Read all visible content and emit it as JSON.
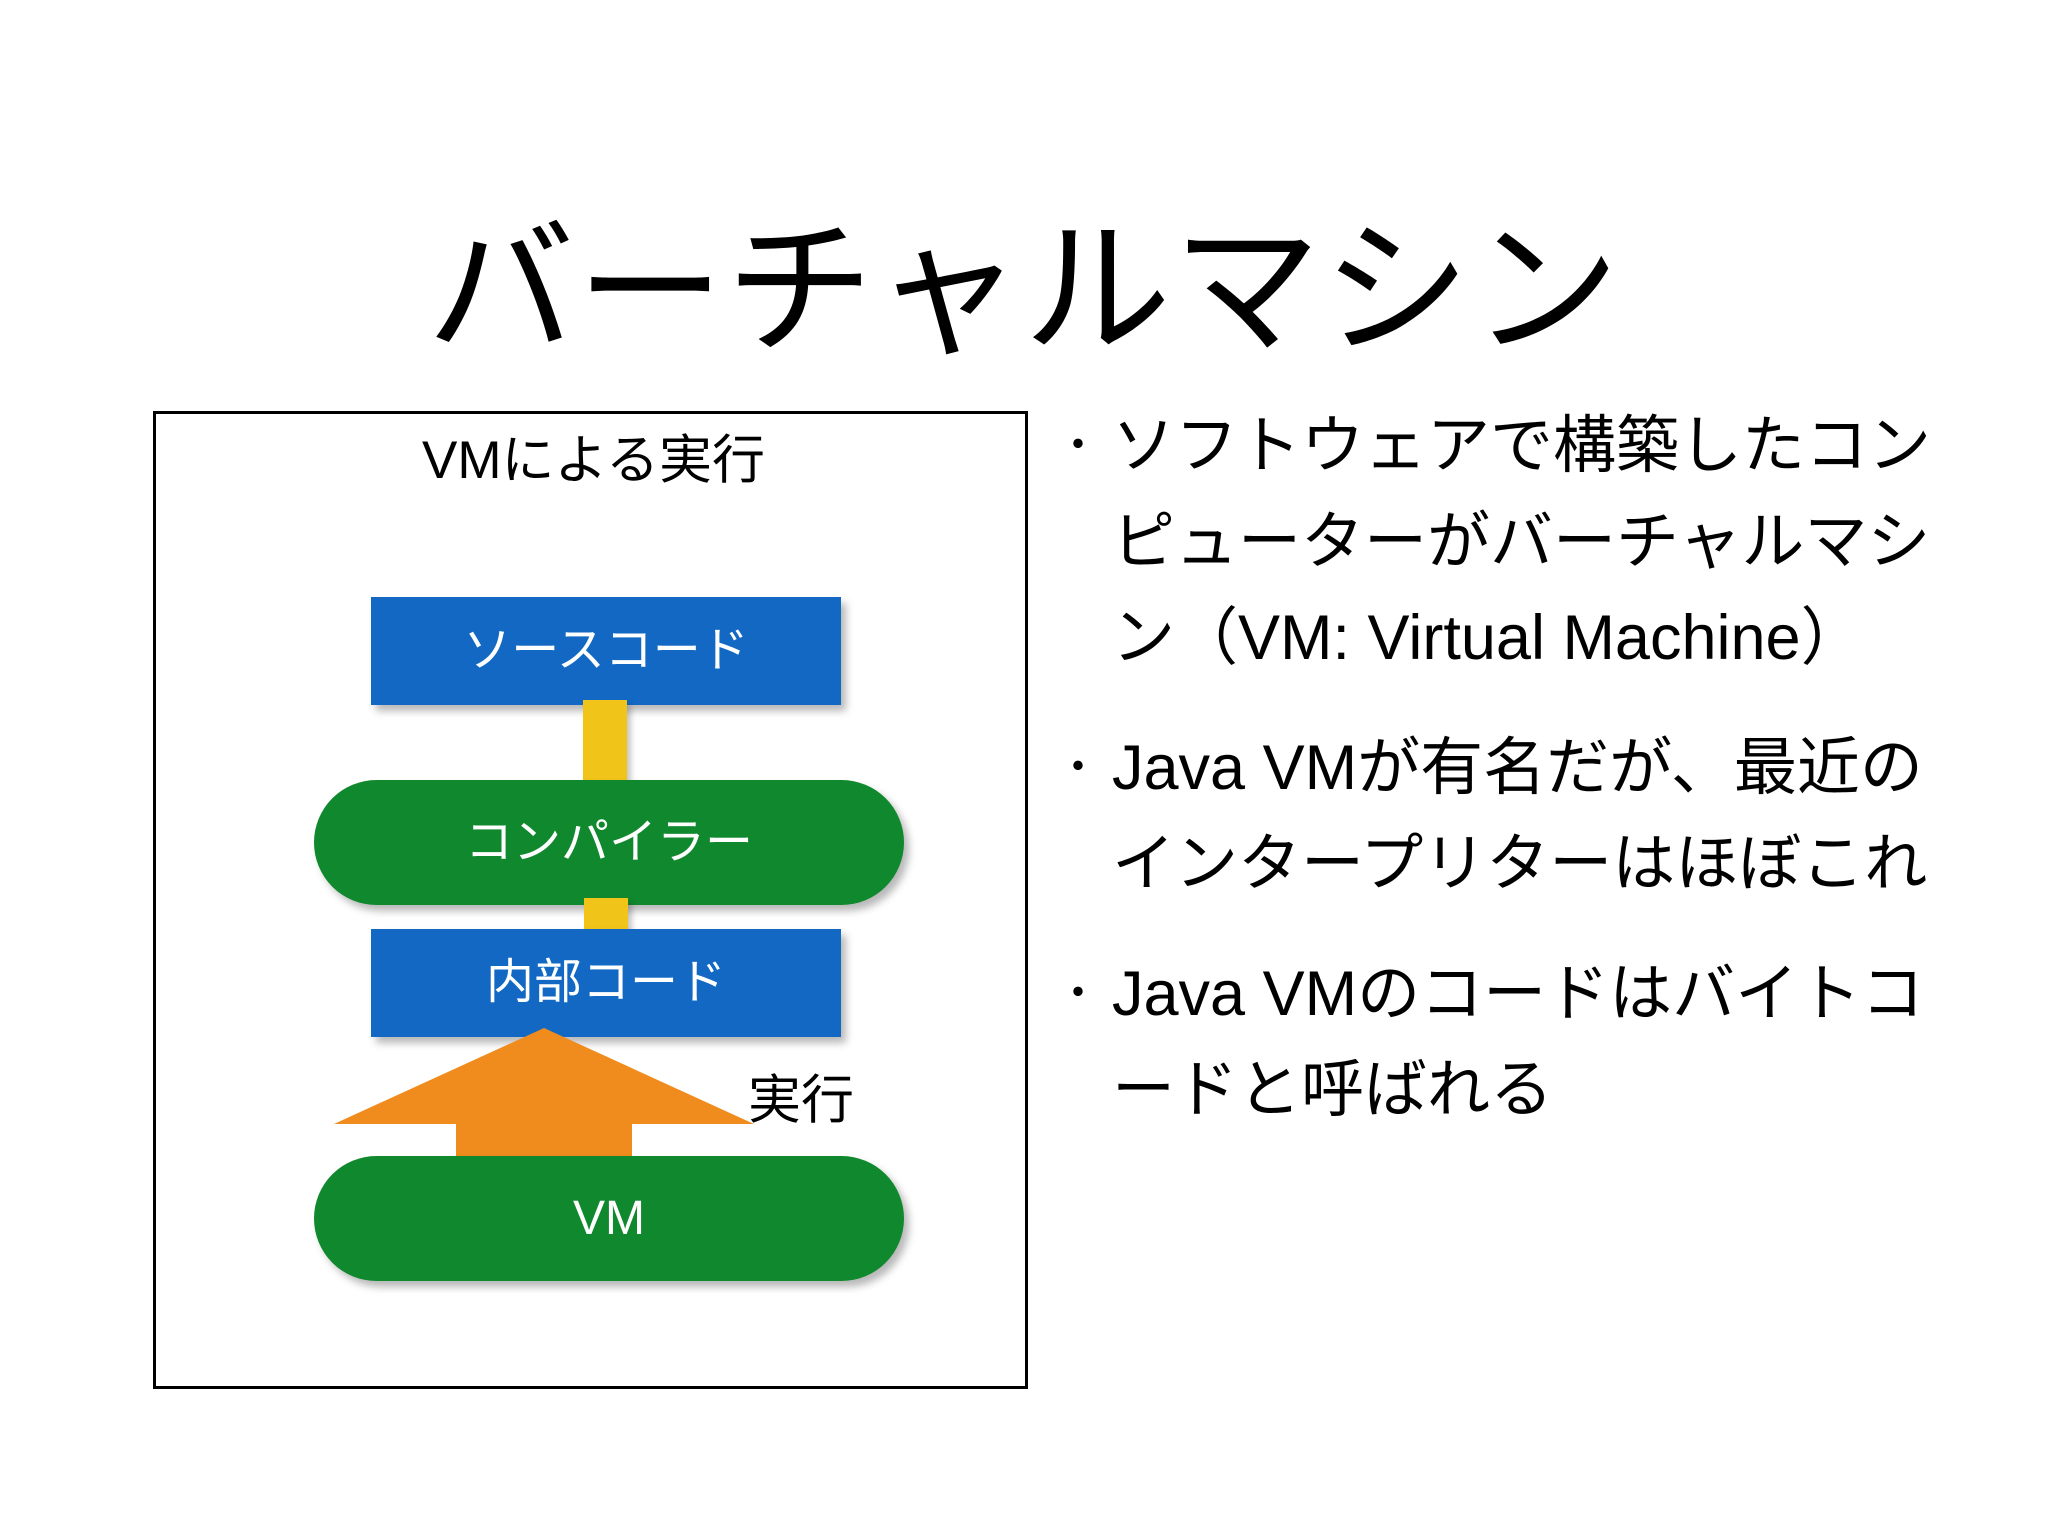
{
  "slide": {
    "title": "バーチャルマシン",
    "background_color": "#FFFFFF"
  },
  "diagram": {
    "caption": "VMによる実行",
    "border_color": "#000000",
    "nodes": [
      {
        "id": "source",
        "label": "ソースコード",
        "shape": "rectangle",
        "color": "#1268C3"
      },
      {
        "id": "compiler",
        "label": "コンパイラー",
        "shape": "rounded",
        "color": "#10882E"
      },
      {
        "id": "intcode",
        "label": "内部コード",
        "shape": "rectangle",
        "color": "#1268C3"
      },
      {
        "id": "vm",
        "label": "VM",
        "shape": "rounded",
        "color": "#10882E"
      }
    ],
    "connectors": [
      {
        "id": "source-to-compiler",
        "type": "bar",
        "color": "#F0C419",
        "direction": "down"
      },
      {
        "id": "compiler-to-intcode",
        "type": "arrow",
        "color": "#F0C419",
        "direction": "down"
      },
      {
        "id": "vm-to-intcode",
        "type": "wide-arrow",
        "color": "#F08C1E",
        "direction": "up",
        "label": "実行"
      }
    ],
    "exec_label": "実行"
  },
  "bullets": {
    "marker": "・",
    "items": [
      {
        "text": "ソフトウェアで構築したコンピューターがバーチャルマシン（VM: Virtual Machine）"
      },
      {
        "text": "Java VMが有名だが、最近のインタープリターはほぼこれ"
      },
      {
        "text": "Java VMのコードはバイトコードと呼ばれる"
      }
    ]
  }
}
